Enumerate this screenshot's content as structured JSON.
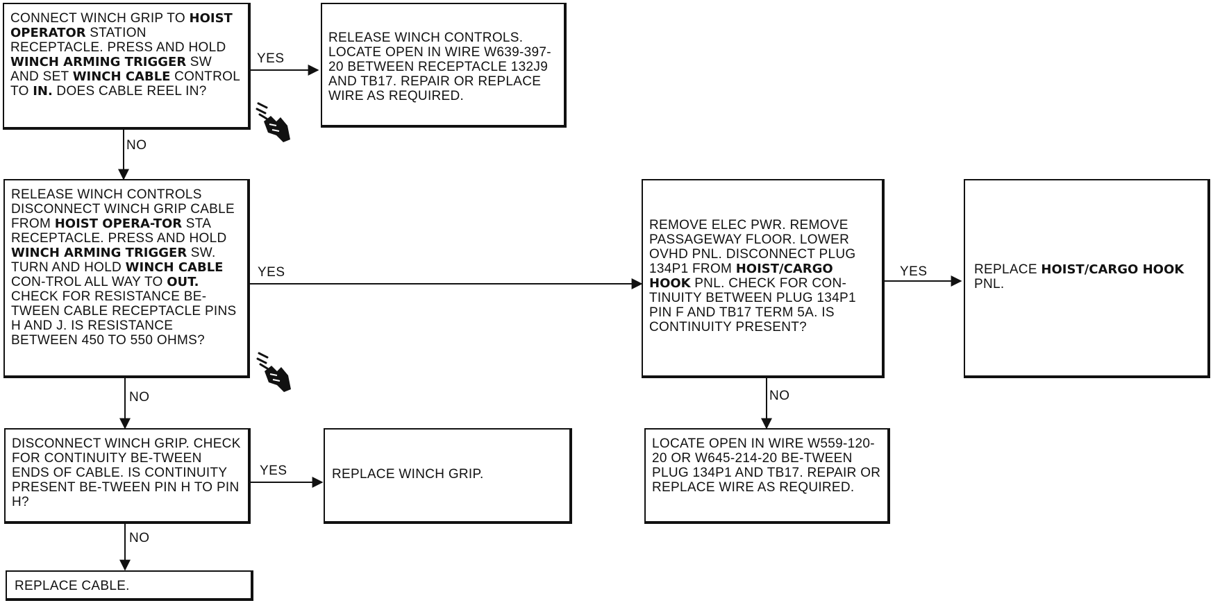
{
  "boxes": {
    "b1": [
      "CONNECT WINCH GRIP TO ",
      {
        "b": "HOIST OPERATOR"
      },
      " STATION RECEPTACLE. PRESS AND HOLD ",
      {
        "b": "WINCH ARMING TRIGGER"
      },
      " SW AND SET ",
      {
        "b": "WINCH CABLE"
      },
      " CONTROL TO ",
      {
        "b": "IN."
      },
      " DOES CABLE REEL IN?"
    ],
    "b2": [
      "RELEASE WINCH CONTROLS. LOCATE OPEN IN WIRE W639-397-20 BETWEEN RECEPTACLE 132J9 AND TB17. REPAIR OR REPLACE WIRE AS REQUIRED."
    ],
    "b3": [
      "RELEASE WINCH CONTROLS DISCONNECT WINCH GRIP CABLE FROM ",
      {
        "b": "HOIST OPERA-TOR"
      },
      " STA RECEPTACLE. PRESS AND HOLD ",
      {
        "b": "WINCH ARMING TRIGGER"
      },
      " SW. TURN AND HOLD ",
      {
        "b": "WINCH CABLE"
      },
      " CON-TROL ALL WAY TO ",
      {
        "b": "OUT."
      },
      " CHECK FOR RESISTANCE BE-TWEEN CABLE RECEPTACLE PINS H AND J. IS RESISTANCE BETWEEN 450 TO 550 OHMS?"
    ],
    "b4": [
      "REMOVE ELEC PWR. REMOVE PASSAGEWAY FLOOR. LOWER OVHD PNL. DISCONNECT PLUG 134P1 FROM ",
      {
        "b": "HOIST/CARGO HOOK"
      },
      " PNL. CHECK FOR CON-TINUITY BETWEEN PLUG 134P1 PIN F AND TB17 TERM 5A. IS CONTINUITY PRESENT?"
    ],
    "b5": [
      "REPLACE ",
      {
        "b": "HOIST/CARGO HOOK"
      },
      " PNL."
    ],
    "b6": [
      "DISCONNECT WINCH GRIP. CHECK FOR CONTINUITY BE-TWEEN ENDS OF CABLE. IS CONTINUITY PRESENT BE-TWEEN PIN H TO PIN H?"
    ],
    "b7": [
      "REPLACE WINCH GRIP."
    ],
    "b8": [
      "LOCATE OPEN IN WIRE W559-120-20 OR W645-214-20 BE-TWEEN PLUG 134P1 AND TB17. REPAIR OR REPLACE WIRE AS REQUIRED."
    ],
    "b9": [
      "REPLACE CABLE."
    ]
  },
  "labels": {
    "yes1": "YES",
    "no1": "NO",
    "yes2": "YES",
    "yes3": "YES",
    "no2": "NO",
    "no3": "NO",
    "yes4": "YES",
    "no4": "NO"
  },
  "icons": [
    "pointing-hand-icon",
    "pointing-hand-icon"
  ]
}
